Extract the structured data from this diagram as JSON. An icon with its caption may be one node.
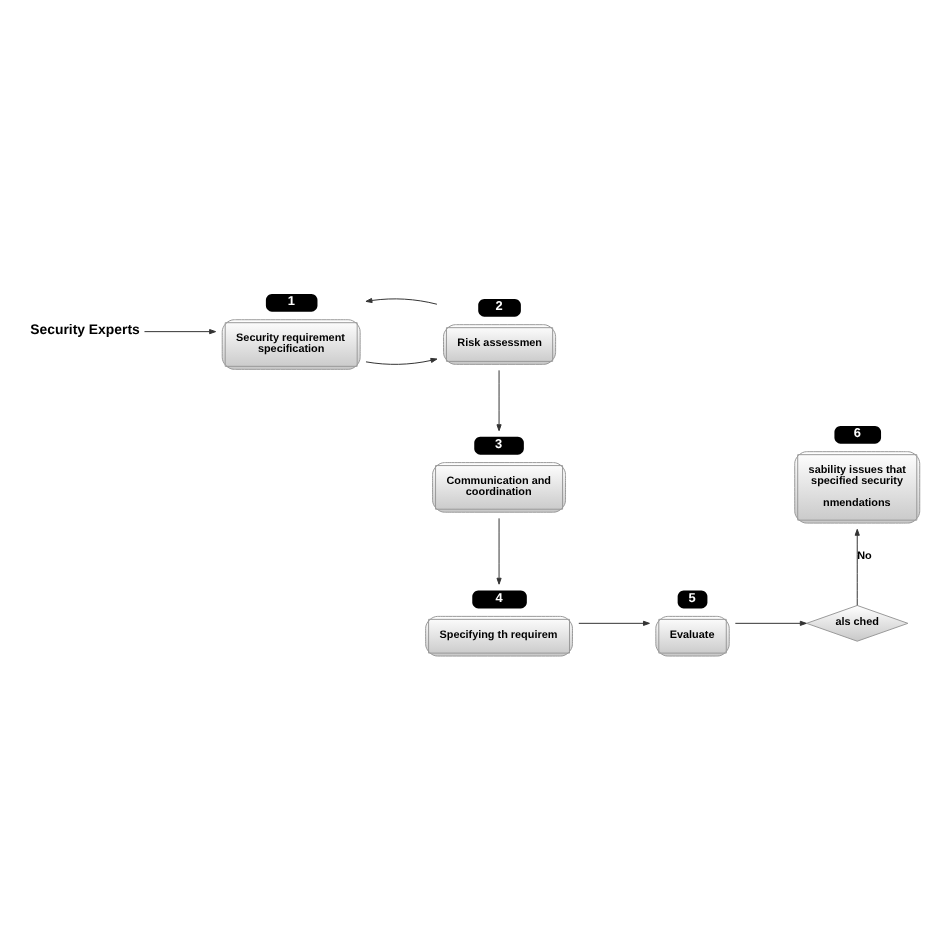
{
  "diagram": {
    "nodes": [
      {
        "text": [
          "Security Experts"
        ]
      },
      {
        "text": [
          "Security requirement specification"
        ],
        "beside": [
          "1"
        ]
      },
      {
        "text": [
          "Risk assessmen"
        ],
        "beside": [
          "2"
        ]
      },
      {
        "text": [
          "Communication and coordination"
        ],
        "beside": [
          "3"
        ]
      },
      {
        "text": [
          "Specifying th requirem"
        ],
        "beside": [
          "4"
        ]
      },
      {
        "text": [
          "Evaluate"
        ],
        "beside": [
          "5"
        ]
      },
      {
        "text": [
          "als ched"
        ]
      },
      {
        "text": [
          "sability issues that specified security",
          "nmendations"
        ],
        "beside": [
          "6"
        ]
      }
    ],
    "edges": [
      {
        "from": 0,
        "to": 1,
        "arrow": "to"
      },
      {
        "from": 1,
        "to": 2,
        "arrow": "to"
      },
      {
        "from": 2,
        "to": 1,
        "arrow": "to"
      },
      {
        "from": 2,
        "to": 3,
        "arrow": "to"
      },
      {
        "from": 3,
        "to": 4,
        "arrow": "to"
      },
      {
        "from": 4,
        "to": 5,
        "arrow": "to"
      },
      {
        "from": 5,
        "to": 6,
        "arrow": "to"
      },
      {
        "from": 6,
        "to": 7,
        "arrow": "to",
        "label": "No"
      }
    ]
  }
}
